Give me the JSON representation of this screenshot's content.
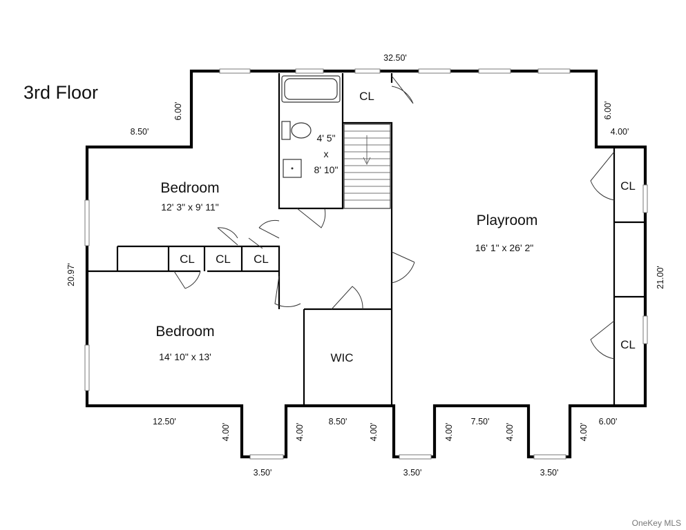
{
  "floor_title": "3rd Floor",
  "rooms": {
    "bedroom_upper": {
      "name": "Bedroom",
      "size": "12' 3\" x 9' 11\""
    },
    "bedroom_lower": {
      "name": "Bedroom",
      "size": "14' 10\" x 13'"
    },
    "playroom": {
      "name": "Playroom",
      "size": "16' 1\" x 26' 2\""
    },
    "bath": {
      "line1": "4' 5\"",
      "line2": "x",
      "line3": "8' 10\""
    },
    "wic": "WIC",
    "closets": [
      "CL",
      "CL",
      "CL",
      "CL",
      "CL",
      "CL"
    ]
  },
  "dimensions": {
    "top_total": "32.50'",
    "left_notch_height": "6.00'",
    "left_notch_width": "8.50'",
    "right_notch_height": "6.00'",
    "right_notch_width": "4.00'",
    "left_side": "20.97'",
    "right_side": "21.00'",
    "bottom_left": "12.50'",
    "bump1_left": "4.00'",
    "bump1_right": "4.00'",
    "bump1_width": "3.50'",
    "bottom_mid": "8.50'",
    "bump2_left": "4.00'",
    "bump2_right": "4.00'",
    "bump2_width": "3.50'",
    "bottom_mid2": "7.50'",
    "bump3_left": "4.00'",
    "bump3_width": "3.50'",
    "bottom_right": "6.00'"
  },
  "watermark": "OneKey MLS"
}
